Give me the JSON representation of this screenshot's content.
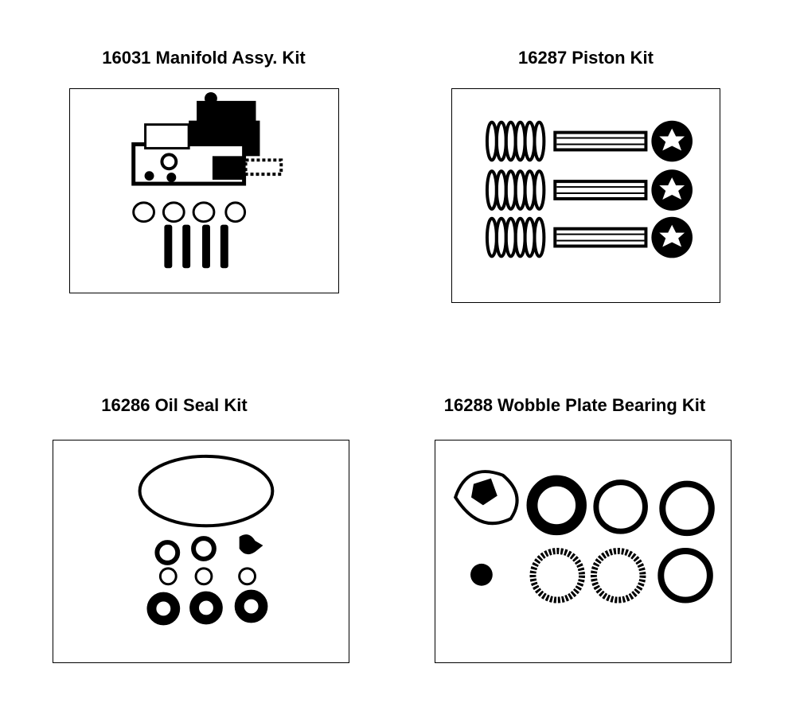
{
  "kits": [
    {
      "title": "16031 Manifold Assy. Kit"
    },
    {
      "title": "16287 Piston Kit"
    },
    {
      "title": "16286 Oil Seal Kit"
    },
    {
      "title": "16288 Wobble Plate Bearing Kit"
    }
  ]
}
